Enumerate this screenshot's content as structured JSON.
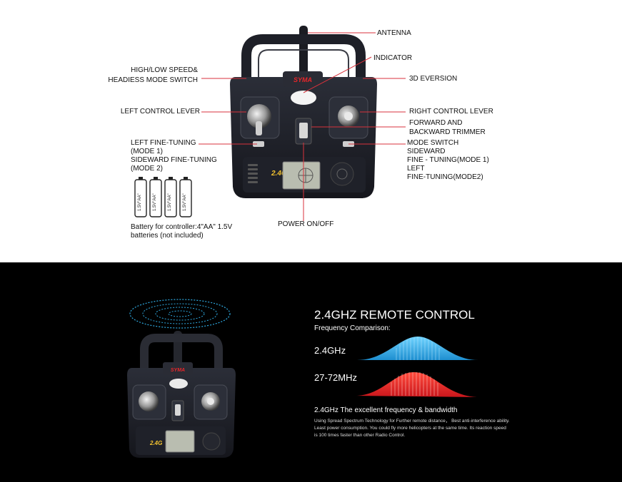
{
  "labels": {
    "antenna": "ANTENNA",
    "indicator": "INDICATOR",
    "speed_switch_1": "HIGH/LOW SPEED&",
    "speed_switch_2": "HEADIESS MODE SWITCH",
    "eversion": "3D EVERSION",
    "left_lever": "LEFT CONTROL LEVER",
    "right_lever": "RIGHT CONTROL LEVER",
    "trimmer_1": "FORWARD AND",
    "trimmer_2": "BACKWARD TRIMMER",
    "left_fine_1": "LEFT FINE-TUNING",
    "left_fine_2": "(MODE 1)",
    "left_fine_3": "SIDEWARD FINE-TUNING",
    "left_fine_4": "(MODE 2)",
    "mode_switch": "MODE SWITCH",
    "sideward_1": "SIDEWARD",
    "sideward_2": "FINE - TUNING(MODE 1)",
    "sideward_3": "LEFT",
    "sideward_4": "FINE-TUNING(MODE2)",
    "power": "POWER ON/OFF",
    "battery_1": "Battery for controller:4\"AA\" 1.5V",
    "battery_2": "batteries (not included)"
  },
  "device": {
    "brand": "SYMA",
    "freq_badge": "2.4G",
    "battery_text": "1.5V\"AA\""
  },
  "promo": {
    "title": "2.4GHZ REMOTE CONTROL",
    "subtitle": "Frequency Comparison:",
    "band_1": "2.4GHz",
    "band_2": "27-72MHz",
    "feature": "2.4GHz  The excellent frequency & bandwidth",
    "description": "Using Spread Spectrum Technology for Further remote distance， Best anti-interference ability. Least power consumption. You could fly more helicopters at the same time. Its reaction speed is 100 times faster than other Radio Control."
  },
  "colors": {
    "pointer_line": "#d9323c",
    "wave_blue": "#38b6e8",
    "wave_red": "#e8262a",
    "controller_body": "#1c1e26"
  }
}
